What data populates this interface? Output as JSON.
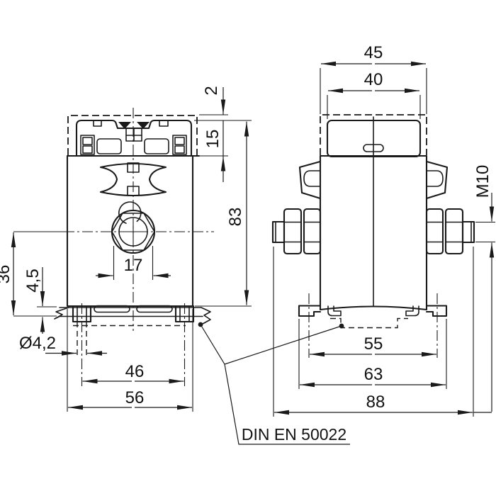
{
  "drawing": {
    "type": "dimensional-drawing",
    "note": "DIN EN 50022",
    "front": {
      "d2": "2",
      "d15": "15",
      "d83": "83",
      "d17": "17",
      "d36": "36",
      "rail_clip_height": "4,5",
      "hole_diameter": "Ø4,2",
      "d46": "46",
      "d56": "56"
    },
    "side": {
      "d45": "45",
      "d40": "40",
      "thread": "M10",
      "d55": "55",
      "d63": "63",
      "d88": "88"
    },
    "colors": {
      "line": "#1a1a1a",
      "background": "#ffffff"
    }
  }
}
